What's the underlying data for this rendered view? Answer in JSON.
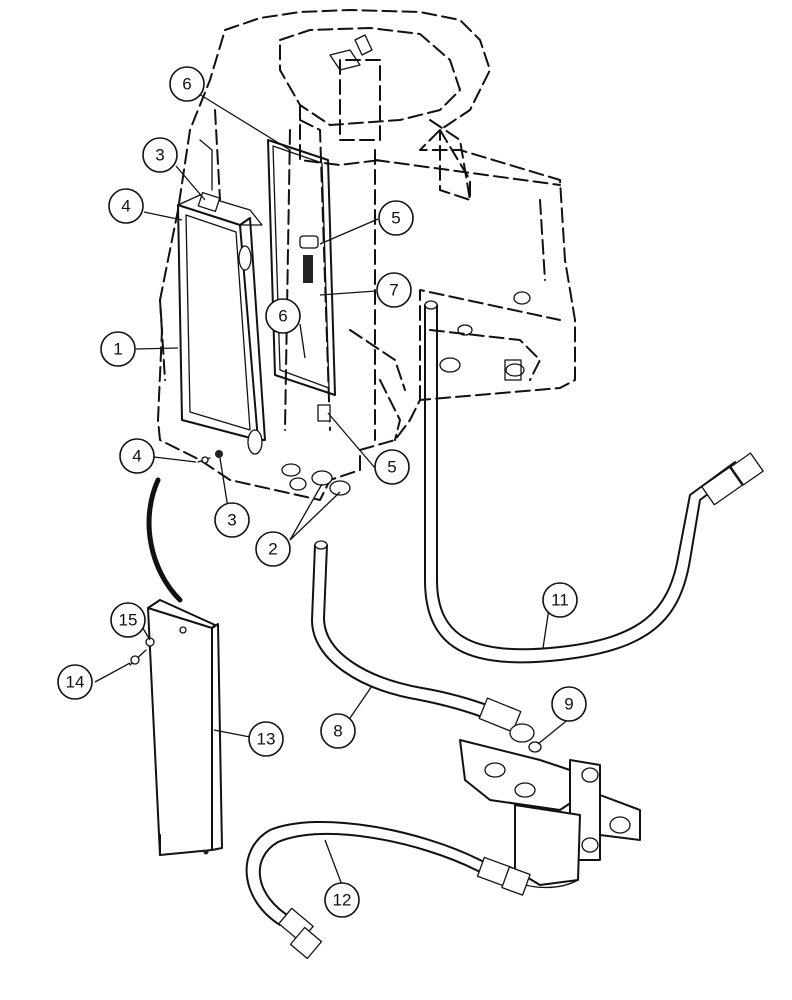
{
  "callouts": [
    {
      "id": "c6a",
      "text": "6"
    },
    {
      "id": "c3a",
      "text": "3"
    },
    {
      "id": "c4a",
      "text": "4"
    },
    {
      "id": "c5a",
      "text": "5"
    },
    {
      "id": "c7",
      "text": "7"
    },
    {
      "id": "c1",
      "text": "1"
    },
    {
      "id": "c6b",
      "text": "6"
    },
    {
      "id": "c4b",
      "text": "4"
    },
    {
      "id": "c5b",
      "text": "5"
    },
    {
      "id": "c3b",
      "text": "3"
    },
    {
      "id": "c2",
      "text": "2"
    },
    {
      "id": "c11",
      "text": "11"
    },
    {
      "id": "c15",
      "text": "15"
    },
    {
      "id": "c14",
      "text": "14"
    },
    {
      "id": "c13",
      "text": "13"
    },
    {
      "id": "c8",
      "text": "8"
    },
    {
      "id": "c9",
      "text": "9"
    },
    {
      "id": "c12",
      "text": "12"
    }
  ]
}
